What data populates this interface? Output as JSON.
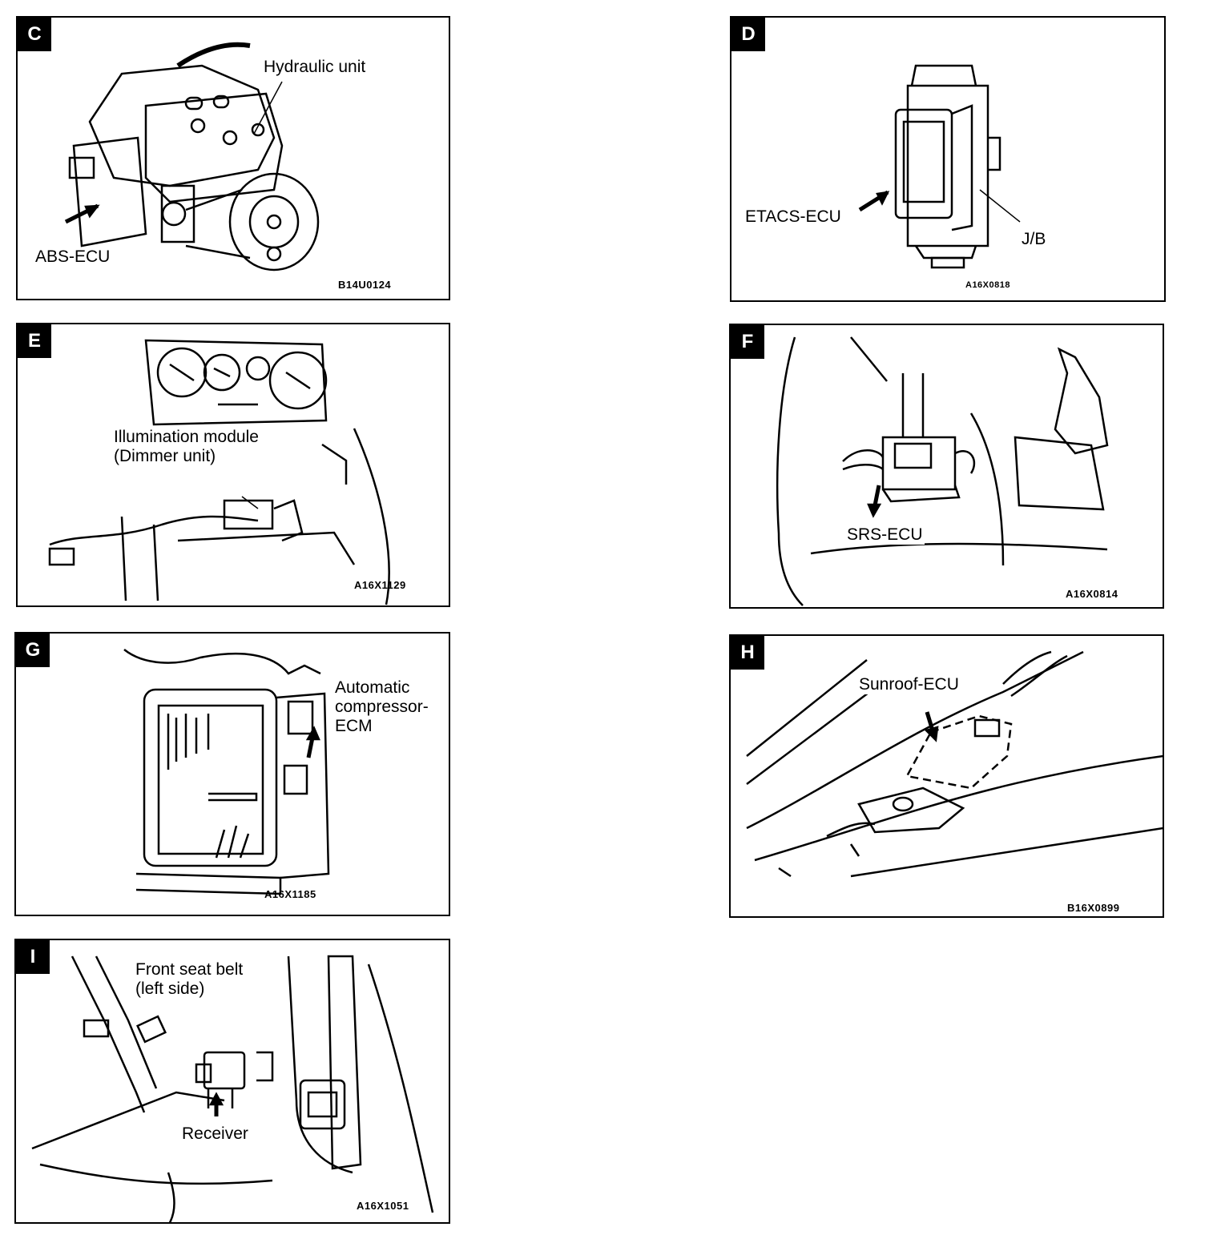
{
  "panels": {
    "c": {
      "letter": "C",
      "labels": [
        "Hydraulic unit",
        "ABS-ECU"
      ],
      "code": "B14U0124"
    },
    "d": {
      "letter": "D",
      "labels": [
        "ETACS-ECU",
        "J/B"
      ],
      "code": "A16X0818"
    },
    "e": {
      "letter": "E",
      "labels": [
        "Illumination module",
        "(Dimmer unit)"
      ],
      "code": "A16X1129"
    },
    "f": {
      "letter": "F",
      "labels": [
        "SRS-ECU"
      ],
      "code": "A16X0814"
    },
    "g": {
      "letter": "G",
      "labels": [
        "Automatic",
        "compressor-",
        "ECM"
      ],
      "code": "A16X1185"
    },
    "h": {
      "letter": "H",
      "labels": [
        "Sunroof-ECU"
      ],
      "code": "B16X0899"
    },
    "i": {
      "letter": "I",
      "labels": [
        "Front seat belt",
        "(left side)",
        "Receiver"
      ],
      "code": "A16X1051"
    }
  }
}
